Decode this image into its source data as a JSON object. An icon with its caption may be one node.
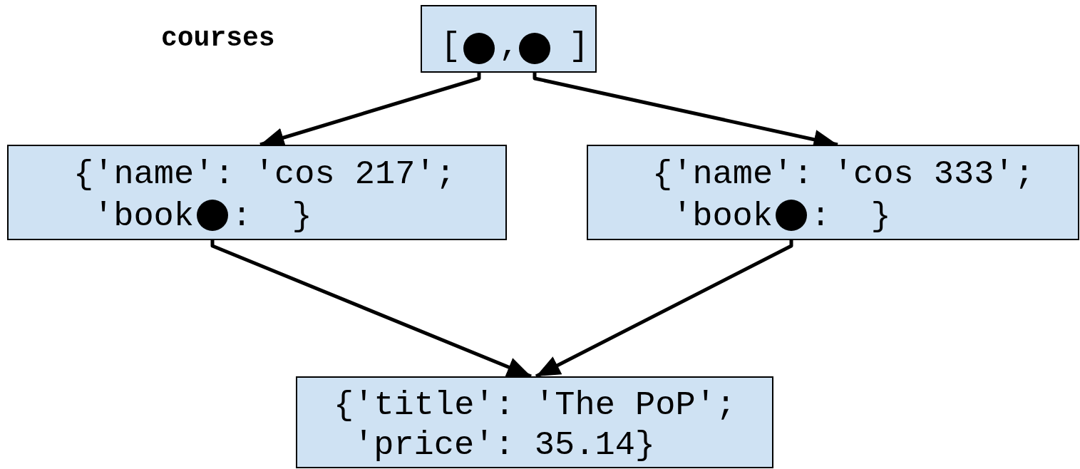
{
  "diagram": {
    "nodes": [
      {
        "text": [
          "[",
          ",",
          "]"
        ]
      },
      {
        "text": [],
        "shape": "circle",
        "in": 0
      },
      {
        "text": [],
        "shape": "circle",
        "in": 0
      },
      {
        "text": [
          "{'name': 'cos 217';",
          "'book",
          ":  }"
        ]
      },
      {
        "text": [],
        "shape": "circle",
        "in": 3
      },
      {
        "text": [
          "{'name': 'cos 333';",
          "'book",
          ":  }"
        ]
      },
      {
        "text": [],
        "shape": "circle",
        "in": 5
      },
      {
        "text": [
          "{'title': 'The PoP';",
          "'price': 35.14}"
        ]
      }
    ],
    "edges": [
      {
        "from": 1,
        "to": 3,
        "arrow": "to"
      },
      {
        "from": 2,
        "to": 5,
        "arrow": "to"
      },
      {
        "from": 4,
        "to": 7,
        "arrow": "to"
      },
      {
        "from": 6,
        "to": 7,
        "arrow": "to"
      }
    ],
    "labels": [
      "courses"
    ]
  }
}
